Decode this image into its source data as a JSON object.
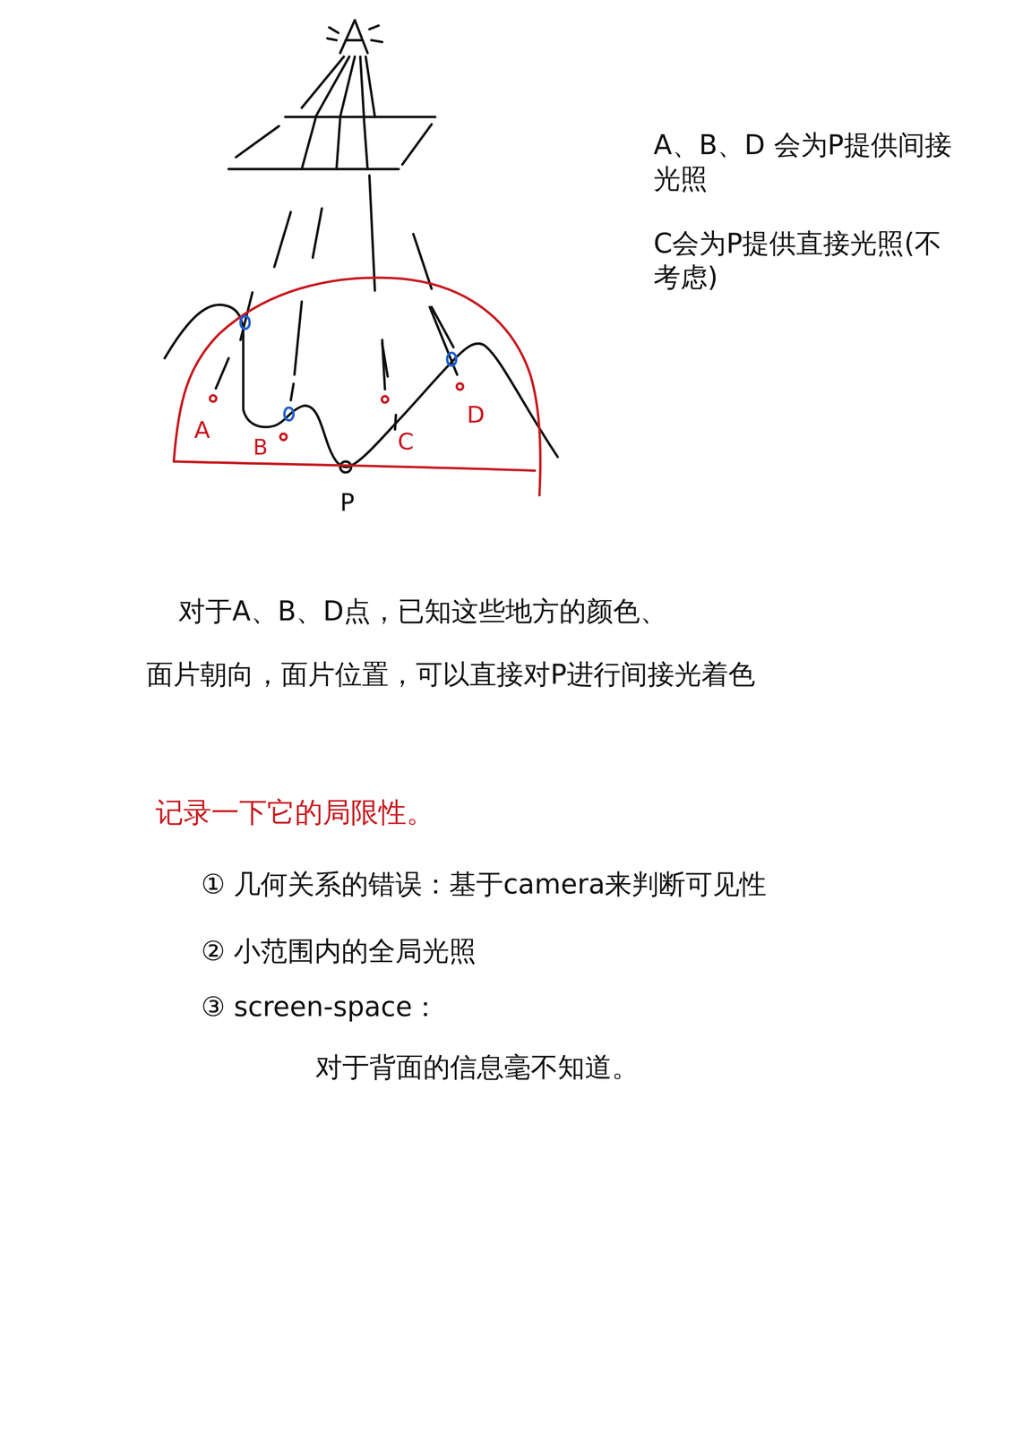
{
  "diagram": {
    "labels": [
      "A、B、D 会为P提供间接光照",
      "C会为P提供直接光照(不考虑)",
      "A",
      "B",
      "C",
      "D",
      "P",
      "对于A、B、D点，已知这些地方的颜色、",
      "面片朝向，面片位置，可以直接对P进行间接光着色",
      "记录一下它的局限性。",
      "① 几何关系的错误：基于camera来判断可见性",
      "② 小范围内的全局光照",
      "③ screen-space：",
      "对于背面的信息毫不知道。"
    ]
  }
}
